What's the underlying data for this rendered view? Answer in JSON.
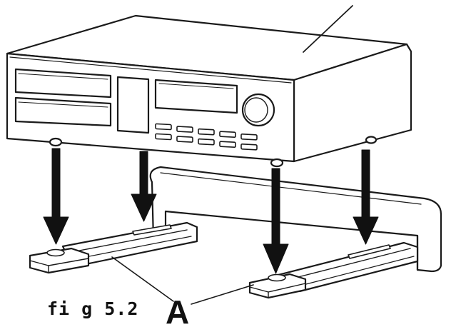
{
  "caption": "fi g 5.2",
  "callout_label": "A",
  "colors": {
    "line": "#1a1a1a",
    "fill": "#ffffff",
    "arrow": "#111111"
  },
  "icons": {
    "device": "av-receiver-illustration",
    "bracket": "wall-shelf-bracket-illustration",
    "arrow": "down-arrow-icon"
  }
}
